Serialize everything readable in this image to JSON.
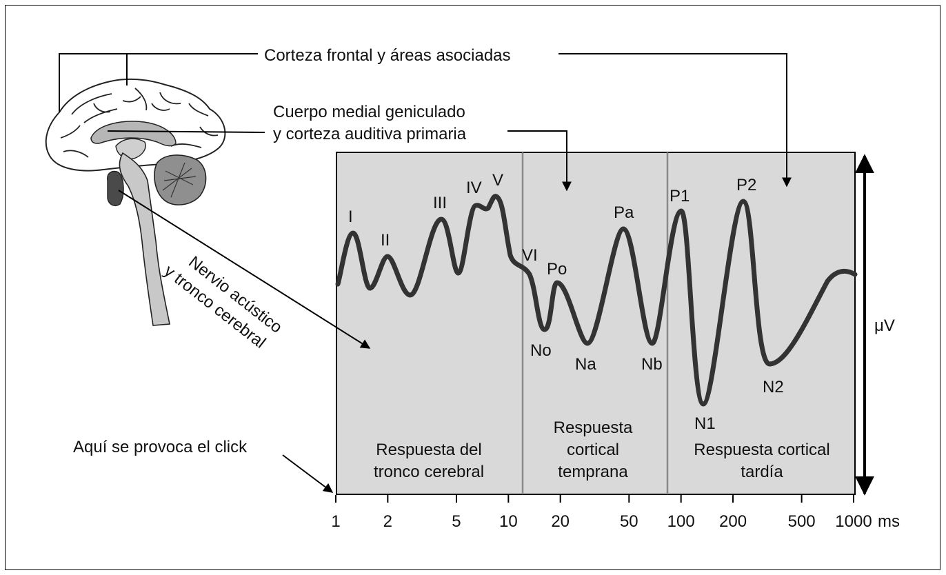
{
  "labels": {
    "frontal": "Corteza frontal y áreas asociadas",
    "geniculate_1": "Cuerpo medial geniculado",
    "geniculate_2": "y corteza auditiva primaria",
    "nerve_1": "Nervio acústico",
    "nerve_2": "y tronco cerebral",
    "click": "Aquí se provoca el click",
    "unit_y": "μV",
    "unit_x": "ms"
  },
  "regions": [
    {
      "line1": "Respuesta del",
      "line2": "tronco cerebral",
      "line3": ""
    },
    {
      "line1": "Respuesta",
      "line2": "cortical",
      "line3": "temprana"
    },
    {
      "line1": "Respuesta cortical",
      "line2": "tardía",
      "line3": ""
    }
  ],
  "x_ticks": [
    "1",
    "2",
    "5",
    "10",
    "20",
    "50",
    "100",
    "200",
    "500",
    "1000"
  ],
  "peaks": [
    "I",
    "II",
    "III",
    "IV",
    "V",
    "VI",
    "No",
    "Po",
    "Na",
    "Pa",
    "Nb",
    "P1",
    "N1",
    "P2",
    "N2"
  ],
  "colors": {
    "region_fill": "#d9d9d9",
    "trace": "#333333",
    "divider": "#8a8a8a"
  }
}
